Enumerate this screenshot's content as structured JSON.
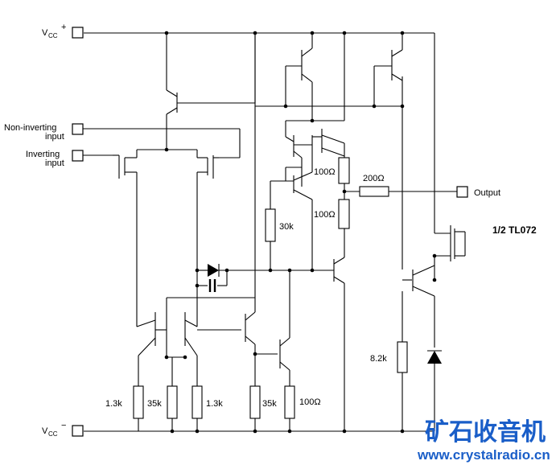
{
  "labels": {
    "vcc_pos_main": "V",
    "vcc_pos_sub": "CC",
    "vcc_pos_sign": "+",
    "vcc_neg_main": "V",
    "vcc_neg_sub": "CC",
    "vcc_neg_sign": "−",
    "noninv_line1": "Non-inverting",
    "noninv_line2": "input",
    "inv_line1": "Inverting",
    "inv_line2": "input",
    "output": "Output",
    "part_name": "1/2 TL072"
  },
  "components": {
    "r_100_top": "100Ω",
    "r_100_bottom": "100Ω",
    "r_200": "200Ω",
    "r_30k": "30k",
    "r_8_2k": "8.2k",
    "r_1_3k_left": "1.3k",
    "r_35k_left": "35k",
    "r_1_3k_right": "1.3k",
    "r_35k_right": "35k",
    "r_100_emitter": "100Ω"
  },
  "watermark": {
    "brand": "矿石收音机",
    "url": "www.crystalradio.cn"
  }
}
